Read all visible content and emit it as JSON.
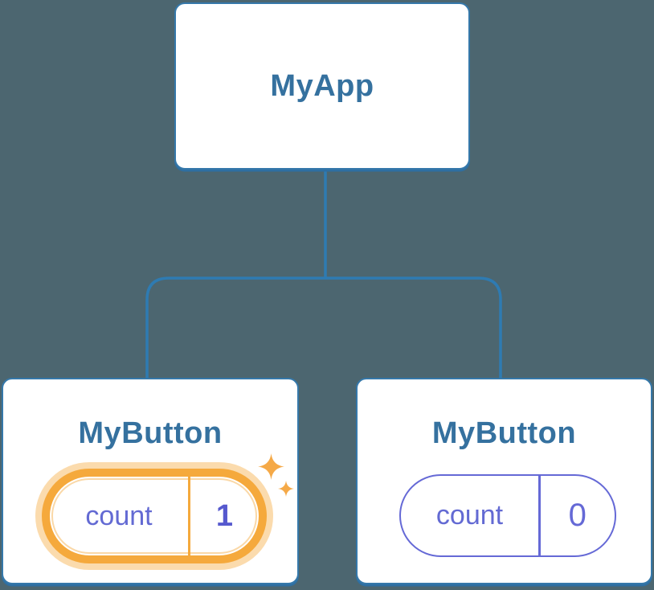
{
  "diagram": {
    "root": {
      "label": "MyApp"
    },
    "children": [
      {
        "label": "MyButton",
        "state": {
          "key": "count",
          "value": "1"
        },
        "highlighted": true
      },
      {
        "label": "MyButton",
        "state": {
          "key": "count",
          "value": "0"
        },
        "highlighted": false
      }
    ]
  },
  "colors": {
    "background": "#4C6670",
    "connector_blue": "#2E7BB2",
    "node_border_blue": "#3578AA",
    "node_title_blue": "#35719F",
    "state_purple": "#636AD3",
    "state_value_purple": "#5659CE",
    "highlight_orange": "#F5A93C",
    "highlight_halo": "#FBDCA8",
    "sparkle_orange": "#F5A947"
  },
  "icons": {
    "sparkles": "sparkles-icon"
  }
}
